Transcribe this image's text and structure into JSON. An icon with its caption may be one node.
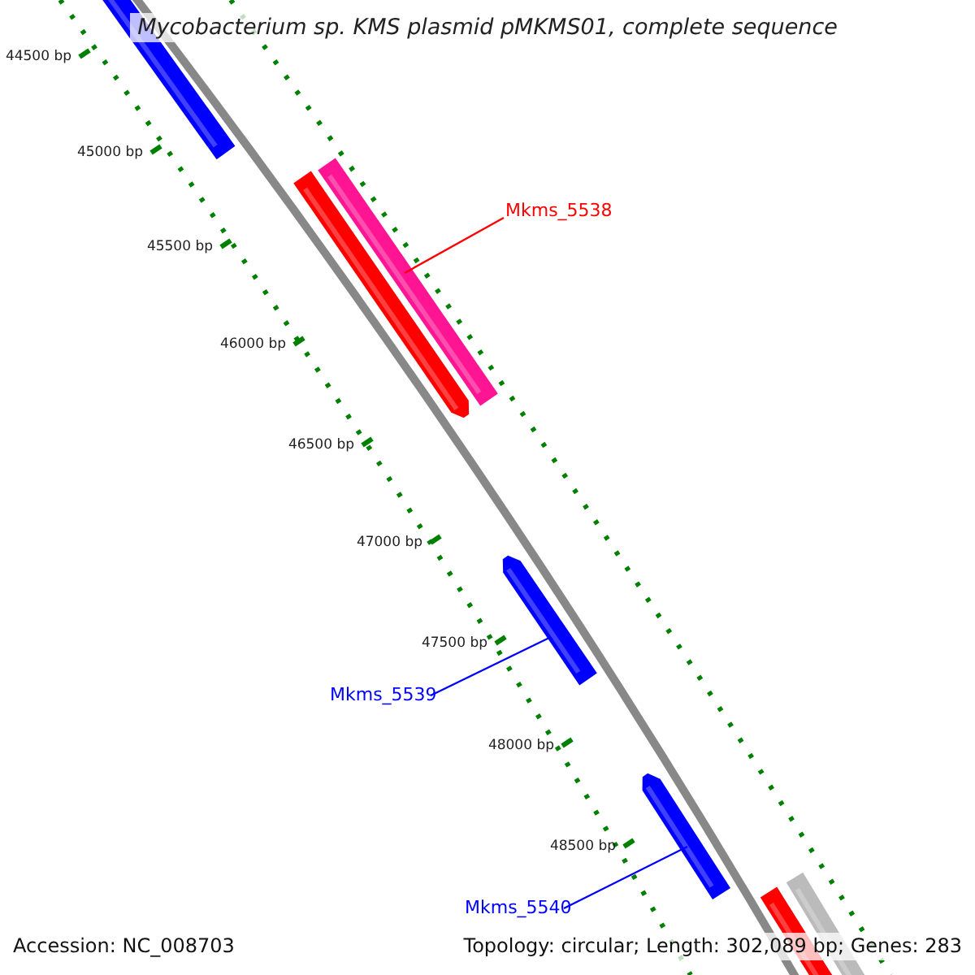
{
  "diagram": {
    "title": "Mycobacterium sp. KMS plasmid pMKMS01, complete sequence",
    "nodes": [
      {
        "text": [
          "Mkms_5538"
        ]
      },
      {
        "text": [
          "Mkms_5539"
        ]
      },
      {
        "text": [
          "Mkms_5540"
        ]
      },
      {
        "text": [],
        "shape": "bar"
      },
      {
        "text": [],
        "shape": "bar"
      },
      {
        "text": [],
        "shape": "bar"
      },
      {
        "text": [],
        "shape": "bar"
      },
      {
        "text": [],
        "shape": "bar"
      },
      {
        "text": [],
        "shape": "bar"
      },
      {
        "text": [],
        "shape": "bar"
      }
    ],
    "edges": [
      {
        "from": 0,
        "to": 5,
        "arrow": "none",
        "color": "#ff0000"
      },
      {
        "from": 1,
        "to": 6,
        "arrow": "none"
      },
      {
        "from": 2,
        "to": 7,
        "arrow": "none"
      }
    ],
    "labels": [
      "44500 bp",
      "45000 bp",
      "45500 bp",
      "46000 bp",
      "46500 bp",
      "47000 bp",
      "47500 bp",
      "48000 bp",
      "48500 bp",
      "Accession: NC_008703",
      "Topology: circular; Length: 302,089 bp; Genes: 283"
    ]
  }
}
